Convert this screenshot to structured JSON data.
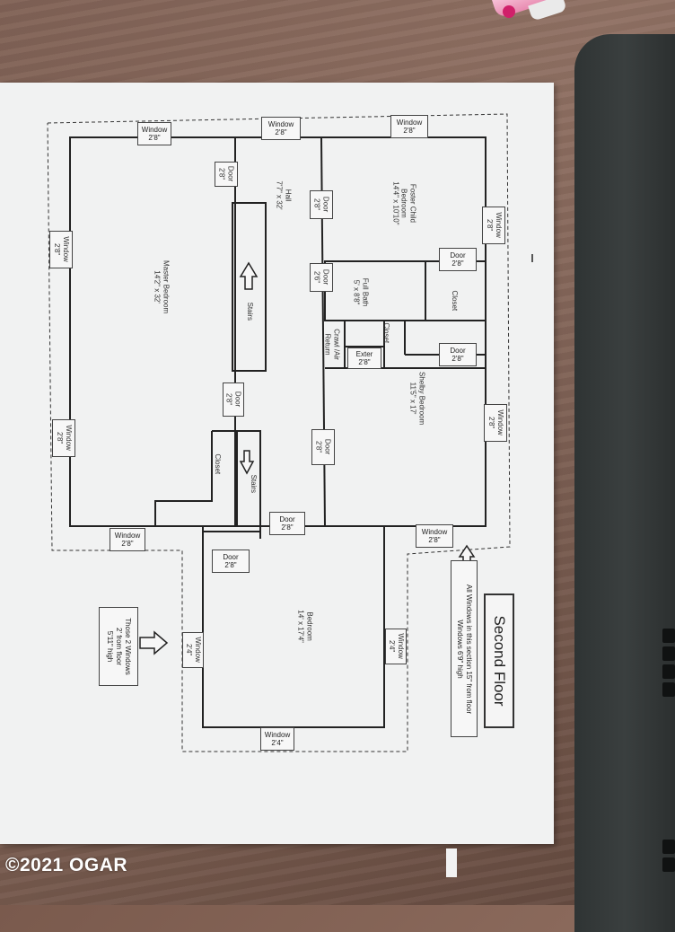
{
  "floor_title": "Second Floor",
  "note_windows_section": [
    "All Windows in this section 15\" from floor",
    "Windows 6'9\" high"
  ],
  "note_those_windows": [
    "Those 2 Windows",
    "2' from floor",
    "5'11\" high"
  ],
  "watermark": "©2021 OGAR",
  "rooms": {
    "master": {
      "name": "Master Bedroom",
      "size": "14'2\" x 32'"
    },
    "hall": {
      "name": "Hall",
      "size": "7'7\" x 32'"
    },
    "foster": {
      "name": "Foster Child",
      "sub": "Bedroom",
      "size": "14'4\" x 10'10\""
    },
    "bath": {
      "name": "Full Bath",
      "size": "5' x 8'8\""
    },
    "closet_upper": {
      "name": "Closet"
    },
    "closet_small": {
      "name": "Closet"
    },
    "crawl": {
      "name": "Crawl /Air",
      "sub": "Return"
    },
    "exter": {
      "name": "Exter",
      "size": "2'8\""
    },
    "shelby": {
      "name": "Shelby Bedroom",
      "size": "11'5\" x 17'"
    },
    "closet_master": {
      "name": "Closet"
    },
    "bedroom": {
      "name": "Bedroom",
      "size": "14' x 17'4\""
    },
    "stairs_upper": "Stairs",
    "stairs_lower": "Stairs"
  },
  "labels": {
    "window": "Window",
    "door": "Door",
    "w_2_8": "2'8\"",
    "w_2_4": "2'4\"",
    "d_2_8": "2'8\"",
    "d_2_6": "2'6\""
  }
}
